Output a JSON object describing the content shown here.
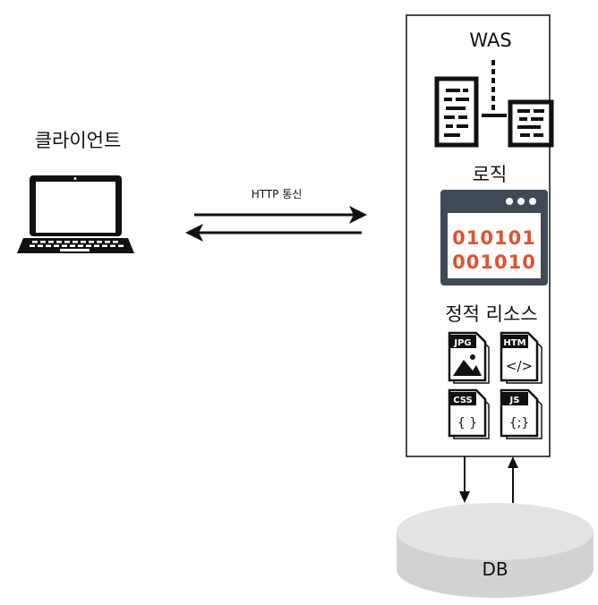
{
  "client": {
    "label": "클라이언트"
  },
  "connection": {
    "label": "HTTP 통신"
  },
  "was": {
    "title": "WAS",
    "logic": {
      "label": "로직",
      "code_line1": "010101",
      "code_line2": "001010"
    },
    "static": {
      "label": "정적 리소스",
      "files": [
        {
          "tag": "JPG",
          "symbol": ""
        },
        {
          "tag": "HTM",
          "symbol": "</>"
        },
        {
          "tag": "CSS",
          "symbol": "{ }"
        },
        {
          "tag": "JS",
          "symbol": "{;}"
        }
      ]
    }
  },
  "db": {
    "label": "DB"
  },
  "colors": {
    "code": "#e0522e",
    "window": "#3f4a56",
    "ink": "#111111"
  },
  "icons": [
    "laptop-icon",
    "server-icon",
    "browser-window-icon",
    "jpg-file-icon",
    "htm-file-icon",
    "css-file-icon",
    "js-file-icon",
    "database-cylinder-icon"
  ]
}
